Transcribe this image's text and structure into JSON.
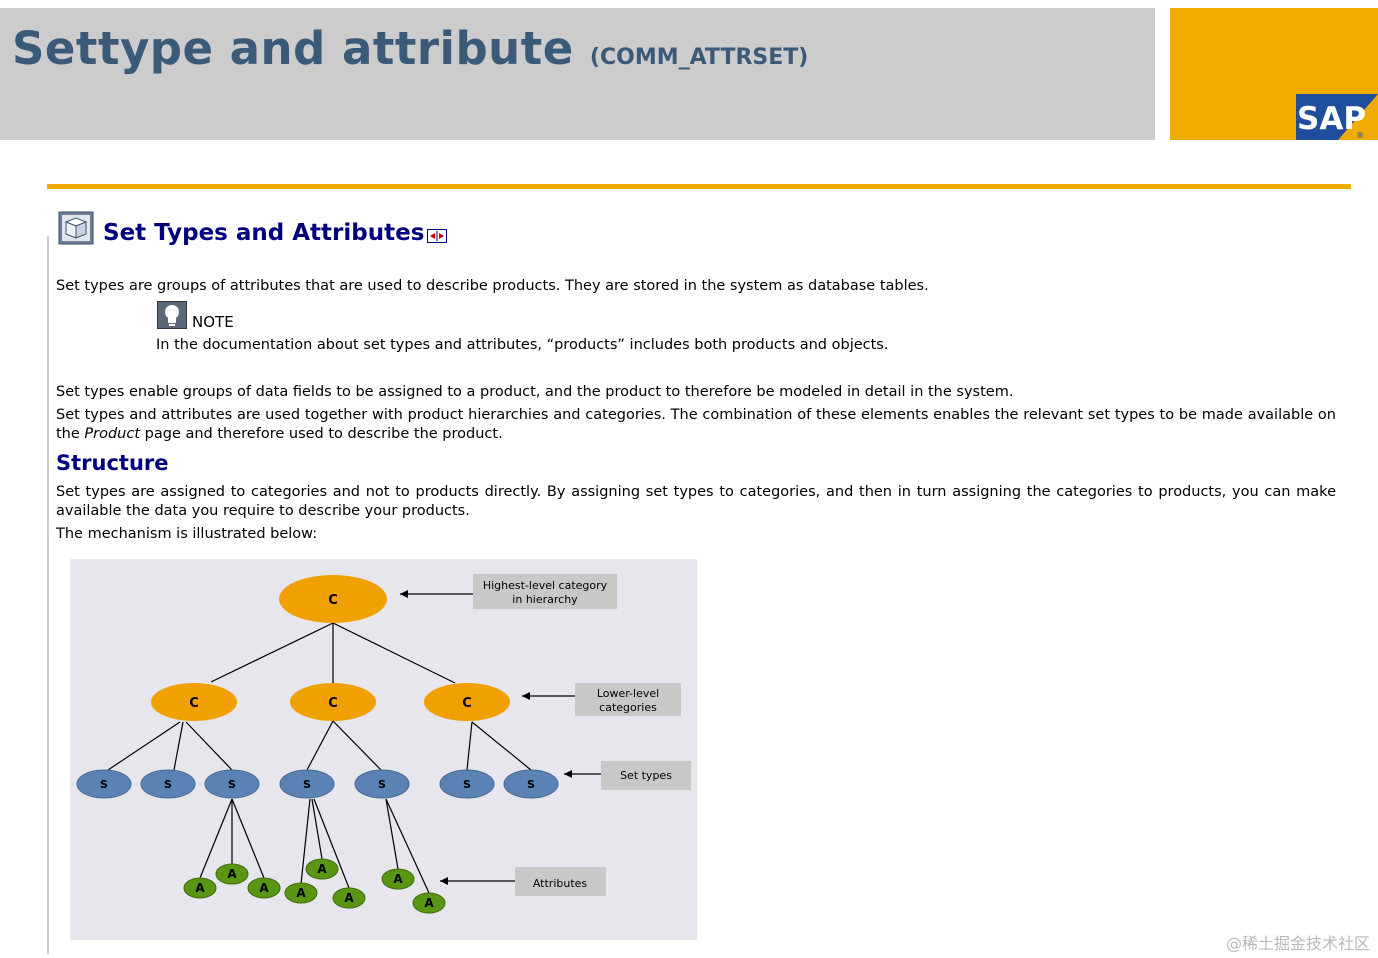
{
  "header": {
    "title": "Settype and attribute",
    "title_suffix": "(COMM_ATTRSET)",
    "brand_logo": "SAP",
    "colors": {
      "band": "#cccccc",
      "title": "#3a5a78",
      "accent": "#f0ab00",
      "logo": "#1f4e9c"
    }
  },
  "content": {
    "section_title": "Set Types and Attributes",
    "section_icon": "document-cube-icon",
    "expand_icon": "expand-icon",
    "intro": "Set types are groups of attributes that are used to describe products. They are stored in the system as database tables.",
    "note": {
      "icon": "lightbulb-icon",
      "label": "NOTE",
      "text": "In the documentation about set types and attributes, “products” includes both products and objects."
    },
    "para_enable": "Set types enable groups of data fields to be assigned to a product, and the product to therefore be modeled in detail in the system.",
    "para_together_1": "Set types and attributes are used together with product hierarchies and categories. The combination of these elements enables the relevant set types to be made available on the",
    "para_together_italic": "Product",
    "para_together_2": "page and therefore used to describe the product.",
    "structure_heading": "Structure",
    "para_structure": "Set types are assigned to categories and not to products directly. By assigning set types to categories, and then in turn assigning the categories to products, you can make available the data you require to describe your products.",
    "para_mechanism": "The mechanism is illustrated below:",
    "heading_color": "#00007f"
  },
  "diagram": {
    "category_letter": "C",
    "settype_letter": "S",
    "attribute_letter": "A",
    "label_top_line1": "Highest-level category",
    "label_top_line2": "in hierarchy",
    "label_lower_line1": "Lower-level",
    "label_lower_line2": "categories",
    "label_settypes": "Set types",
    "label_attributes": "Attributes",
    "colors": {
      "background": "#e6e6ec",
      "category": "#f0a000",
      "settype": "#5a82b4",
      "attribute": "#5a9614",
      "label_box": "#c8c8c8"
    }
  },
  "watermark": "@稀土掘金技术社区"
}
